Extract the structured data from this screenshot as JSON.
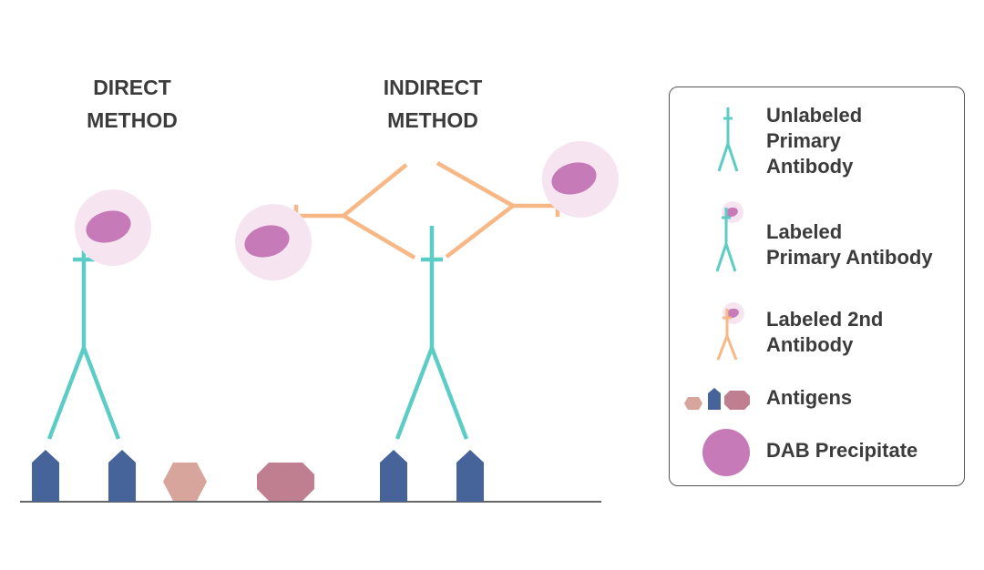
{
  "colors": {
    "primary_antibody": "#5ccdc4",
    "secondary_antibody": "#f7b886",
    "dab_precipitate": "#c77ab8",
    "dab_halo": "#f6e5f1",
    "antigen_blue": "#47649a",
    "antigen_tan": "#d8a59d",
    "antigen_mauve": "#c07f91",
    "baseline": "#666666"
  },
  "direct": {
    "title_line1": "DIRECT",
    "title_line2": "METHOD"
  },
  "indirect": {
    "title_line1": "INDIRECT",
    "title_line2": "METHOD"
  },
  "legend": {
    "items": [
      {
        "icon": "unlabeled-primary-antibody-icon",
        "lines": [
          "Unlabeled",
          "Primary",
          "Antibody"
        ]
      },
      {
        "icon": "labeled-primary-antibody-icon",
        "lines": [
          "Labeled",
          "Primary Antibody"
        ]
      },
      {
        "icon": "labeled-secondary-antibody-icon",
        "lines": [
          "Labeled 2nd",
          "Antibody"
        ]
      },
      {
        "icon": "antigens-icon",
        "lines": [
          "Antigens"
        ]
      },
      {
        "icon": "dab-precipitate-icon",
        "lines": [
          "DAB Precipitate"
        ]
      }
    ]
  }
}
